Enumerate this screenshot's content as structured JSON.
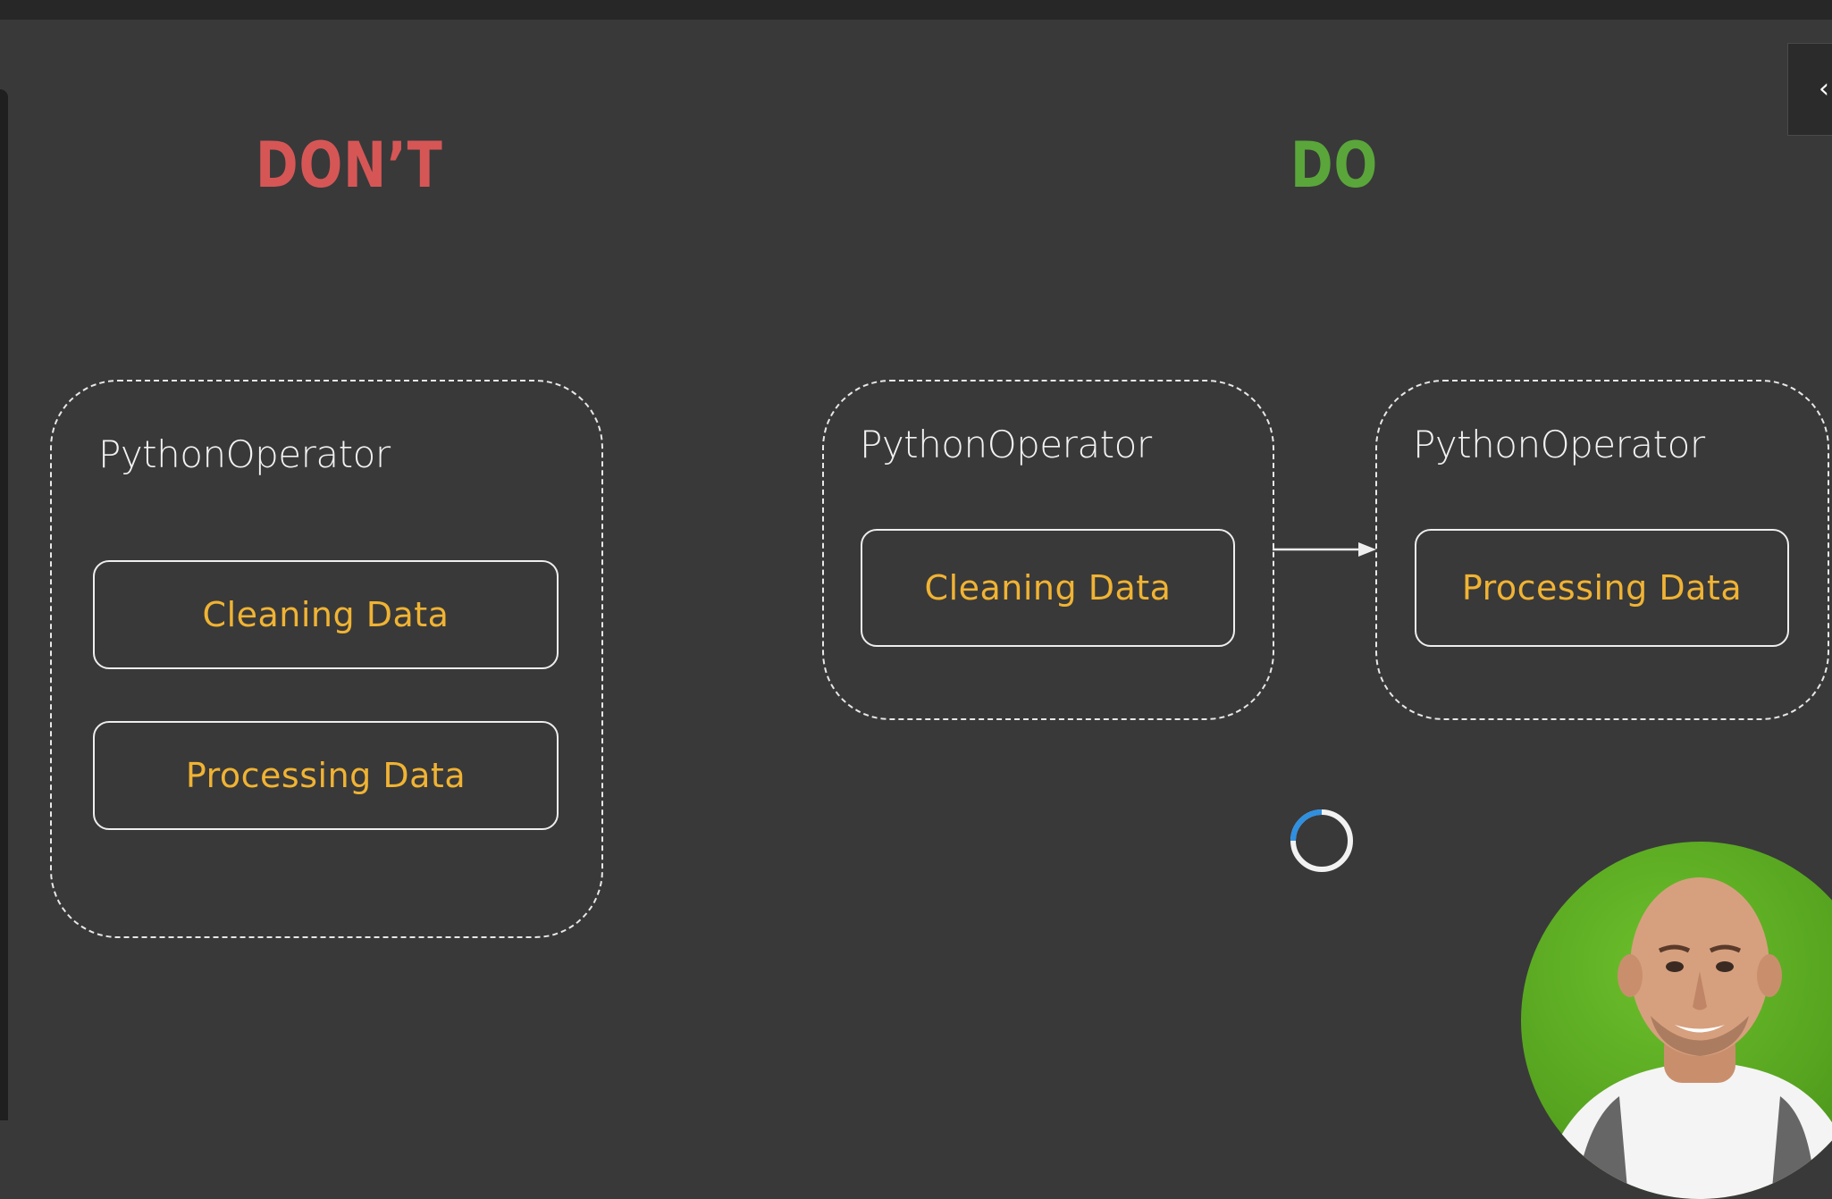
{
  "headings": {
    "dont": "DON’T",
    "do": "DO"
  },
  "dont_panel": {
    "operator_title": "PythonOperator",
    "tasks": [
      "Cleaning Data",
      "Processing Data"
    ]
  },
  "do_panel": {
    "operators": [
      {
        "title": "PythonOperator",
        "task": "Cleaning Data"
      },
      {
        "title": "PythonOperator",
        "task": "Processing Data"
      }
    ]
  },
  "colors": {
    "background": "#393939",
    "dont_heading": "#d65656",
    "do_heading": "#5aa63a",
    "task_text": "#f0b333",
    "outline": "#eeeeee",
    "spinner_accent": "#2f8fe0",
    "webcam_green": "#5aab22"
  },
  "icons": {
    "collapse": "chevron-left-icon",
    "spinner": "loading-spinner-icon",
    "arrow": "arrow-right-icon"
  }
}
